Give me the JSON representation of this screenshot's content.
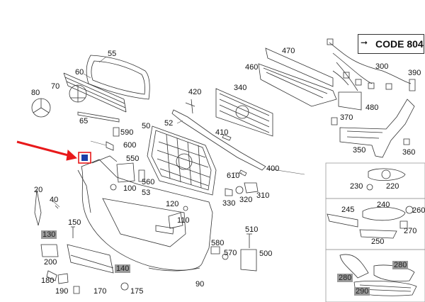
{
  "code_label": "CODE 804",
  "labels": [
    {
      "id": "55",
      "text": "55"
    },
    {
      "id": "60",
      "text": "60"
    },
    {
      "id": "70",
      "text": "70"
    },
    {
      "id": "80",
      "text": "80"
    },
    {
      "id": "65",
      "text": "65"
    },
    {
      "id": "590",
      "text": "590"
    },
    {
      "id": "600",
      "text": "600"
    },
    {
      "id": "550",
      "text": "550"
    },
    {
      "id": "50",
      "text": "50"
    },
    {
      "id": "52",
      "text": "52"
    },
    {
      "id": "420",
      "text": "420"
    },
    {
      "id": "340",
      "text": "340"
    },
    {
      "id": "460",
      "text": "460"
    },
    {
      "id": "470",
      "text": "470"
    },
    {
      "id": "300",
      "text": "300"
    },
    {
      "id": "390",
      "text": "390"
    },
    {
      "id": "480",
      "text": "480"
    },
    {
      "id": "370",
      "text": "370"
    },
    {
      "id": "350",
      "text": "350"
    },
    {
      "id": "360",
      "text": "360"
    },
    {
      "id": "410",
      "text": "410"
    },
    {
      "id": "610",
      "text": "610"
    },
    {
      "id": "400",
      "text": "400"
    },
    {
      "id": "310",
      "text": "310"
    },
    {
      "id": "320",
      "text": "320"
    },
    {
      "id": "330",
      "text": "330"
    },
    {
      "id": "20",
      "text": "20"
    },
    {
      "id": "40",
      "text": "40"
    },
    {
      "id": "100",
      "text": "100"
    },
    {
      "id": "560",
      "text": "560"
    },
    {
      "id": "53",
      "text": "53"
    },
    {
      "id": "120",
      "text": "120"
    },
    {
      "id": "110",
      "text": "110"
    },
    {
      "id": "150",
      "text": "150"
    },
    {
      "id": "130",
      "text": "130"
    },
    {
      "id": "200",
      "text": "200"
    },
    {
      "id": "180",
      "text": "180"
    },
    {
      "id": "190",
      "text": "190"
    },
    {
      "id": "170",
      "text": "170"
    },
    {
      "id": "175",
      "text": "175"
    },
    {
      "id": "140",
      "text": "140"
    },
    {
      "id": "90",
      "text": "90"
    },
    {
      "id": "580",
      "text": "580"
    },
    {
      "id": "570",
      "text": "570"
    },
    {
      "id": "510",
      "text": "510"
    },
    {
      "id": "500",
      "text": "500"
    },
    {
      "id": "230",
      "text": "230"
    },
    {
      "id": "220",
      "text": "220"
    },
    {
      "id": "245",
      "text": "245"
    },
    {
      "id": "240",
      "text": "240"
    },
    {
      "id": "260",
      "text": "260"
    },
    {
      "id": "270",
      "text": "270"
    },
    {
      "id": "250",
      "text": "250"
    },
    {
      "id": "280a",
      "text": "280"
    },
    {
      "id": "280b",
      "text": "280"
    },
    {
      "id": "290",
      "text": "290"
    }
  ],
  "colors": {
    "pointer_arrow": "#e8191b",
    "highlight_tag": "#1a3fa8",
    "label_bg": "#9a9a9a"
  }
}
